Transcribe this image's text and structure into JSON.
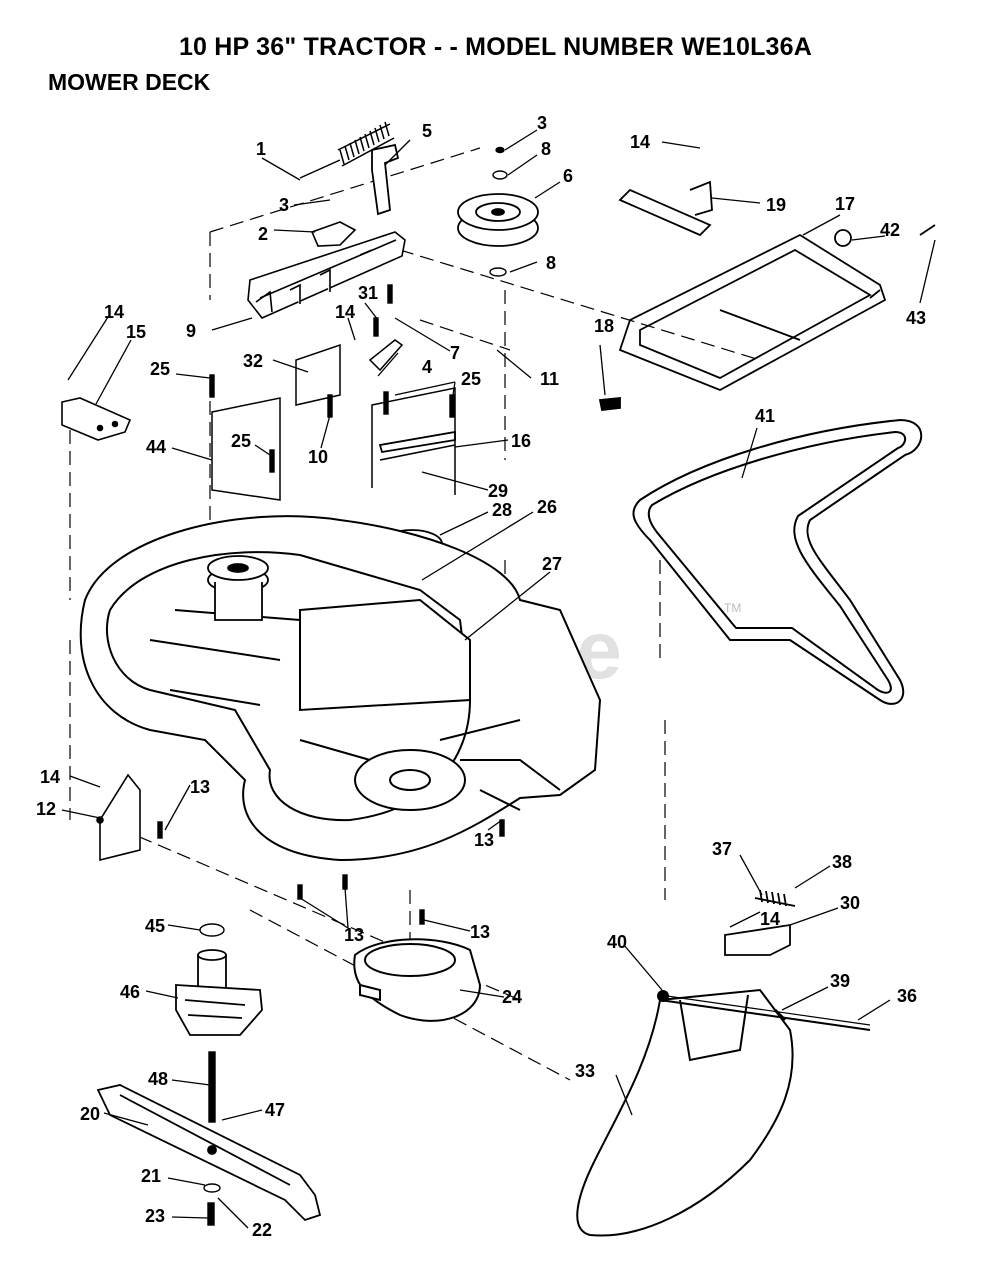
{
  "header": {
    "title": "10 HP 36\" TRACTOR - - MODEL NUMBER WE10L36A",
    "section": "MOWER DECK"
  },
  "watermark": {
    "text": "PartsTree",
    "mark": "TM"
  },
  "callouts": {
    "c1": "1",
    "c2": "2",
    "c3a": "3",
    "c3b": "3",
    "c4": "4",
    "c5": "5",
    "c6": "6",
    "c7": "7",
    "c8a": "8",
    "c8b": "8",
    "c9": "9",
    "c10": "10",
    "c11": "11",
    "c12": "12",
    "c13a": "13",
    "c13b": "13",
    "c13c": "13",
    "c13d": "13",
    "c14a": "14",
    "c14b": "14",
    "c14c": "14",
    "c14d": "14",
    "c14e": "14",
    "c15": "15",
    "c16": "16",
    "c17": "17",
    "c18": "18",
    "c19": "19",
    "c20": "20",
    "c21": "21",
    "c22": "22",
    "c23": "23",
    "c24": "24",
    "c25a": "25",
    "c25b": "25",
    "c25c": "25",
    "c26": "26",
    "c27": "27",
    "c28": "28",
    "c29": "29",
    "c30": "30",
    "c31": "31",
    "c32": "32",
    "c33": "33",
    "c36": "36",
    "c37": "37",
    "c38": "38",
    "c39": "39",
    "c40": "40",
    "c41": "41",
    "c42": "42",
    "c43": "43",
    "c44": "44",
    "c45": "45",
    "c46": "46",
    "c47": "47",
    "c48": "48"
  }
}
